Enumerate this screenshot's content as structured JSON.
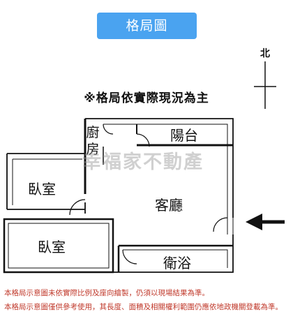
{
  "header": {
    "title": "格局圖"
  },
  "plan": {
    "subtitle": "※格局依實際現況為主",
    "compass": {
      "label": "北",
      "direction": "north",
      "icon": "north-arrow-icon"
    },
    "rooms": {
      "kitchen": "廚房",
      "balcony": "陽台",
      "bedroom_upper": "臥室",
      "living_room": "客廳",
      "bedroom_lower": "臥室",
      "bathroom": "衛浴"
    },
    "entrance_icon": "entrance-arrow-icon",
    "watermark": "幸福家不動產"
  },
  "notes": {
    "line1": "本格局示意圖未依實際比例及座向繪製，仍須以現場結果為準。",
    "line2": "本格局示意圖僅供參考使用，其長度、面積及相關權利範圍仍應依地政機關登載為準。"
  },
  "colors": {
    "badge": "#4aa3f0",
    "note_text": "#c0392b",
    "wall": "#111111"
  }
}
